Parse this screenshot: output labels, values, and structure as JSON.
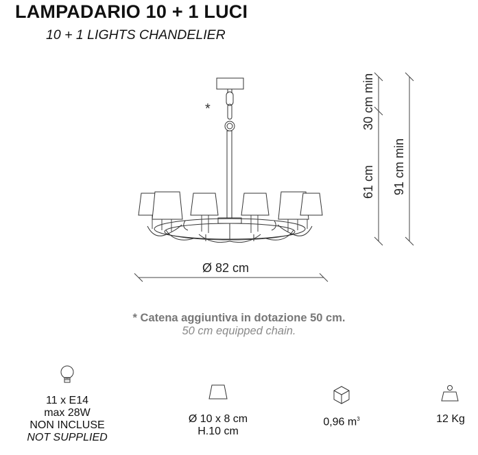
{
  "header": {
    "title": "LAMPADARIO 10 + 1 LUCI",
    "subtitle": "10 + 1 LIGHTS CHANDELIER"
  },
  "drawing": {
    "asterisk": "*",
    "diameter_label": "Ø 82 cm",
    "chain_label": "30 cm min",
    "body_label": "61 cm",
    "total_label": "91 cm min"
  },
  "note": {
    "italian": "* Catena aggiuntiva in dotazione 50 cm.",
    "english": "50 cm equipped chain."
  },
  "specs": {
    "bulb": {
      "icon": "bulb-icon",
      "lines": [
        "11 x E14",
        "max 28W",
        "NON INCLUSE",
        "NOT SUPPLIED"
      ]
    },
    "shade": {
      "icon": "lampshade-icon",
      "lines": [
        "Ø 10 x 8 cm",
        "H.10 cm"
      ]
    },
    "volume": {
      "icon": "box-icon",
      "value": "0,96 m",
      "sup": "3"
    },
    "weight": {
      "icon": "weight-icon",
      "value": "12 Kg"
    }
  }
}
